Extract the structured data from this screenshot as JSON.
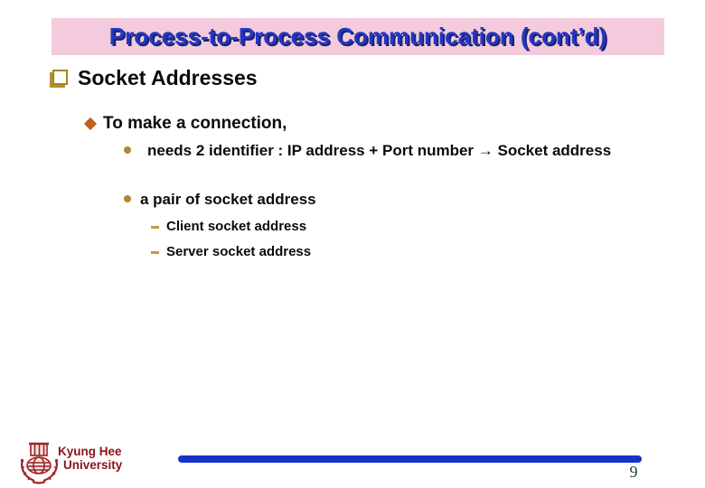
{
  "slide": {
    "title": "Process-to-Process Communication (cont’d)",
    "bullets": {
      "level1": "Socket Addresses",
      "level2": "To make a connection,",
      "level3": [
        "needs 2 identifier : IP address + Port number → Socket address",
        "a pair of socket address"
      ],
      "level4": [
        "Client socket address",
        "Server socket address"
      ]
    },
    "footer": {
      "institution_line1": "Kyung Hee",
      "institution_line2": "University",
      "page_number": "9"
    },
    "colors": {
      "banner_pink": "#f4cbdc",
      "title_blue": "#2436c4",
      "title_shadow_navy": "#18246e",
      "bullet_gold": "#a6851f",
      "diamond_orange": "#c05f1e",
      "footer_rule_blue": "#1733cc",
      "institution_dark_red": "#8b1414",
      "page_number_green": "#1c4632"
    }
  }
}
